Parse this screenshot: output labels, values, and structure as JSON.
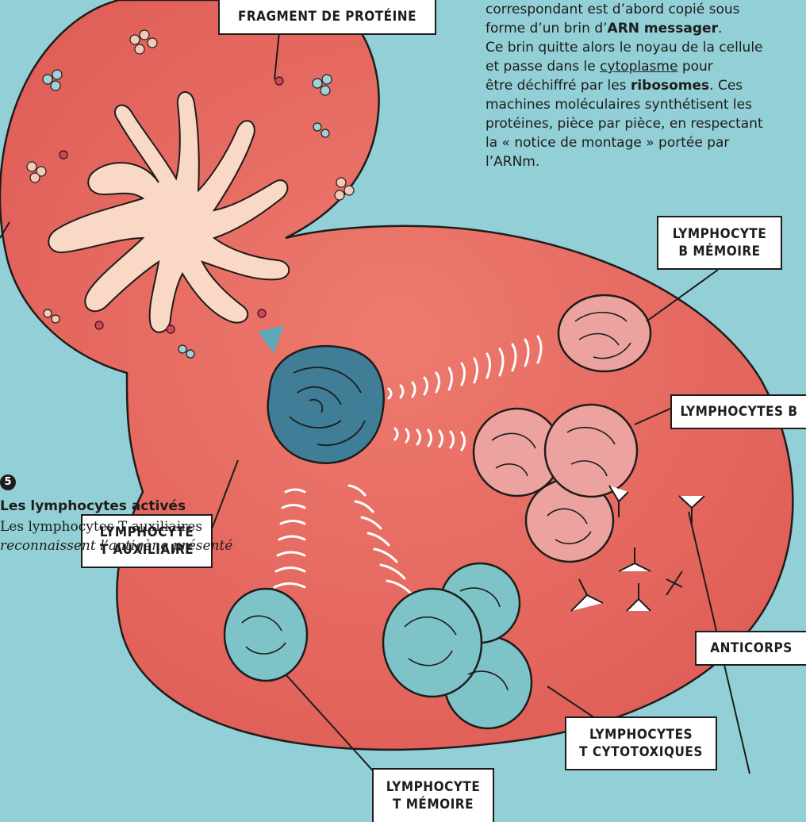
{
  "intro_text": {
    "line1": "correspondant est d’abord copié sous",
    "line2_a": "forme d’un brin d’",
    "line2_b": "ARN messager",
    "line2_c": ".",
    "line3": "Ce brin quitte alors le noyau de la cellule",
    "line4_a": "et passe dans le ",
    "line4_b": "cytoplasme",
    "line4_c": " pour",
    "line5_a": "être déchiffré par les ",
    "line5_b": "ribosomes",
    "line5_c": ". Ces",
    "line6": "machines moléculaires synthétisent les",
    "line7": "protéines, pièce par pièce, en respectant",
    "line8": "la « notice de montage » portée par",
    "line9": "l’ARNm."
  },
  "labels": {
    "fragment": "FRAGMENT DE PROTÉINE",
    "b_memoire_1": "LYMPHOCYTE",
    "b_memoire_2": "B MÉMOIRE",
    "lymphocytes_b": "LYMPHOCYTES B",
    "t_aux_1": "LYMPHOCYTE",
    "t_aux_2": "T AUXILIAIRE",
    "anticorps": "ANTICORPS",
    "t_cyto_1": "LYMPHOCYTES",
    "t_cyto_2": "T CYTOTOXIQUES",
    "t_memoire_1": "LYMPHOCYTE",
    "t_memoire_2": "T MÉMOIRE"
  },
  "step": {
    "number": "5",
    "title": "Les lymphocytes activés",
    "line1": "Les lymphocytes T auxiliaires",
    "line2": "reconnaissent l’antigène présenté"
  },
  "colors": {
    "background": "#93cfd6",
    "cell": "#e8685f",
    "dendritic": "#f9d8c6",
    "t_helper": "#3f7e96",
    "t_cells": "#7ec3c8",
    "b_cells": "#eca3a0",
    "antibody": "#ffffff"
  }
}
